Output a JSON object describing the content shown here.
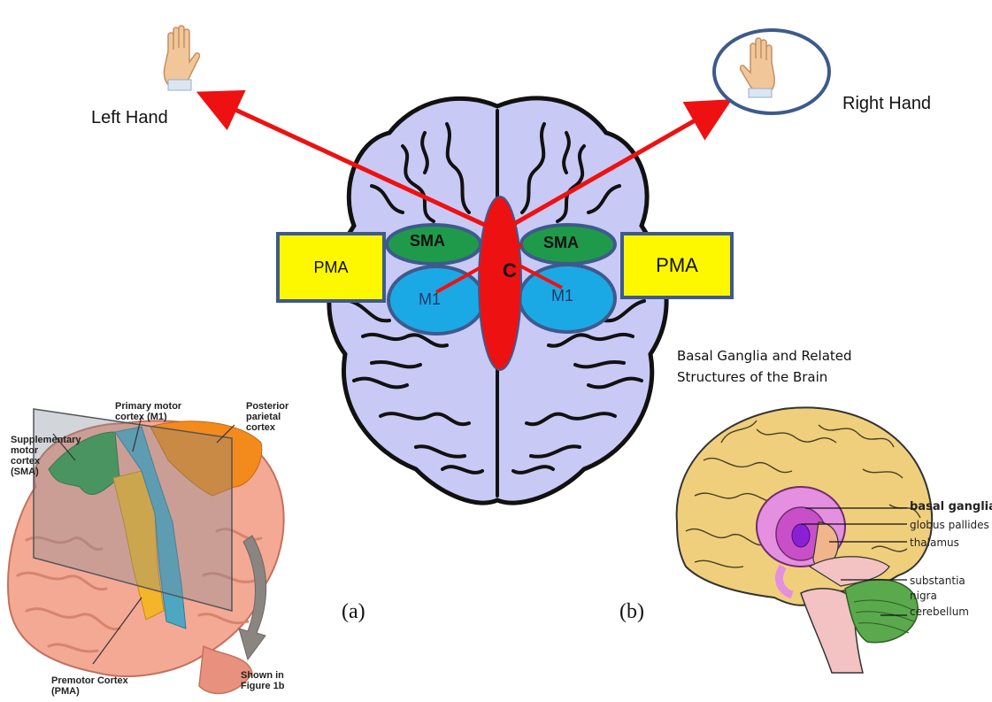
{
  "hands": {
    "left_label": "Left Hand",
    "right_label": "Right Hand"
  },
  "central_diagram": {
    "sma_left": "SMA",
    "sma_right": "SMA",
    "m1_left": "M1",
    "m1_right": "M1",
    "center_label": "C",
    "pma_left": "PMA",
    "pma_right": "PMA"
  },
  "panels": {
    "a": "(a)",
    "b": "(b)"
  },
  "motor_cortex_figure": {
    "primary_motor": "Primary motor\ncortex (M1)",
    "posterior_parietal": "Posterior\nparietal\ncortex",
    "supplementary": "Supplementary\nmotor\ncortex\n(SMA)",
    "premotor": "Premotor Cortex\n(PMA)",
    "shown_in": "Shown in\nFigure 1b"
  },
  "basal_ganglia_figure": {
    "title_line1": "Basal Ganglia and Related",
    "title_line2": "Structures of the Brain",
    "basal_ganglia": "basal ganglia",
    "globus_pallides": "globus pallides",
    "thalamus": "thalamus",
    "substantia": "substantia",
    "nigra": "nigra",
    "cerebellum": "cerebellum"
  },
  "colors": {
    "arrow": "#ee1111",
    "brain_fill": "#c9c9f6",
    "sma": "#1f9a4a",
    "m1": "#1ba9e6",
    "pma": "#fdf700",
    "ellipse_stroke": "#3e5a8c"
  }
}
